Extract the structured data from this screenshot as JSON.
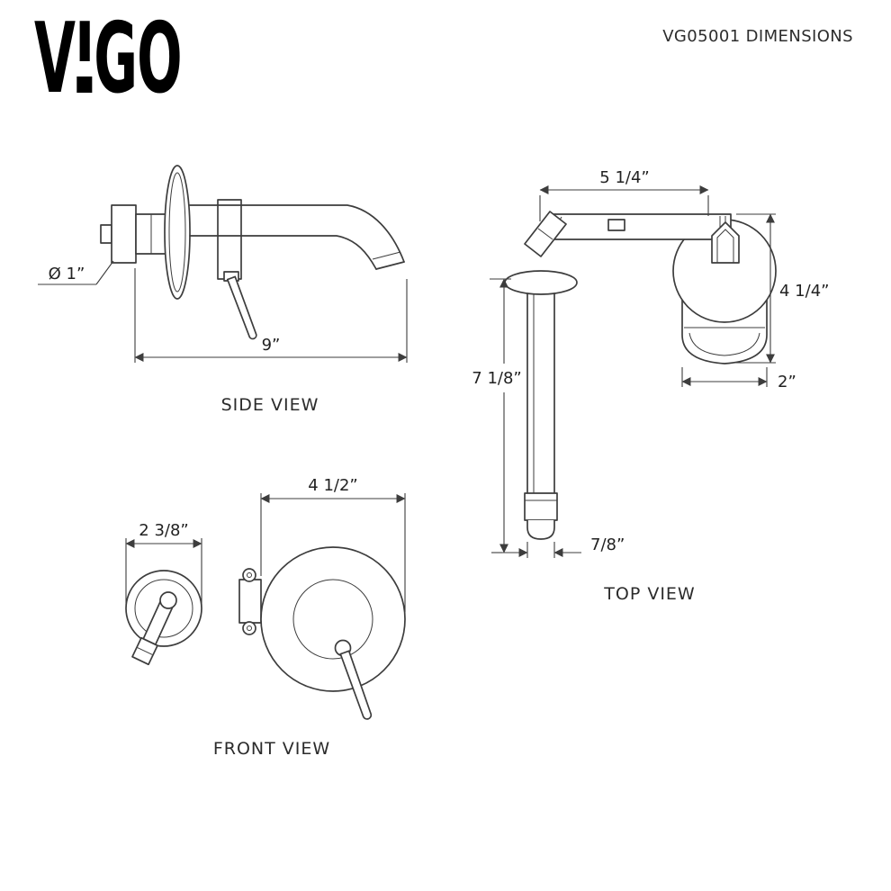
{
  "header": {
    "brand": "VIGO",
    "logo_letters": [
      "V",
      "I",
      "G",
      "O"
    ],
    "title": "VG05001 DIMENSIONS"
  },
  "views": {
    "side": {
      "label": "SIDE VIEW",
      "dims": {
        "inlet_diameter": "Ø 1”",
        "spout_reach": "9”"
      }
    },
    "top": {
      "label": "TOP VIEW",
      "dims": {
        "spout_to_handle": "5 1/4”",
        "handle_assembly_depth": "4 1/4”",
        "handle_width": "2”",
        "spout_length": "7 1/8”",
        "spout_tip_width": "7/8”"
      }
    },
    "front": {
      "label": "FRONT VIEW",
      "dims": {
        "spout_plate_diameter": "2 3/8”",
        "handle_plate_diameter": "4 1/2”"
      }
    }
  }
}
